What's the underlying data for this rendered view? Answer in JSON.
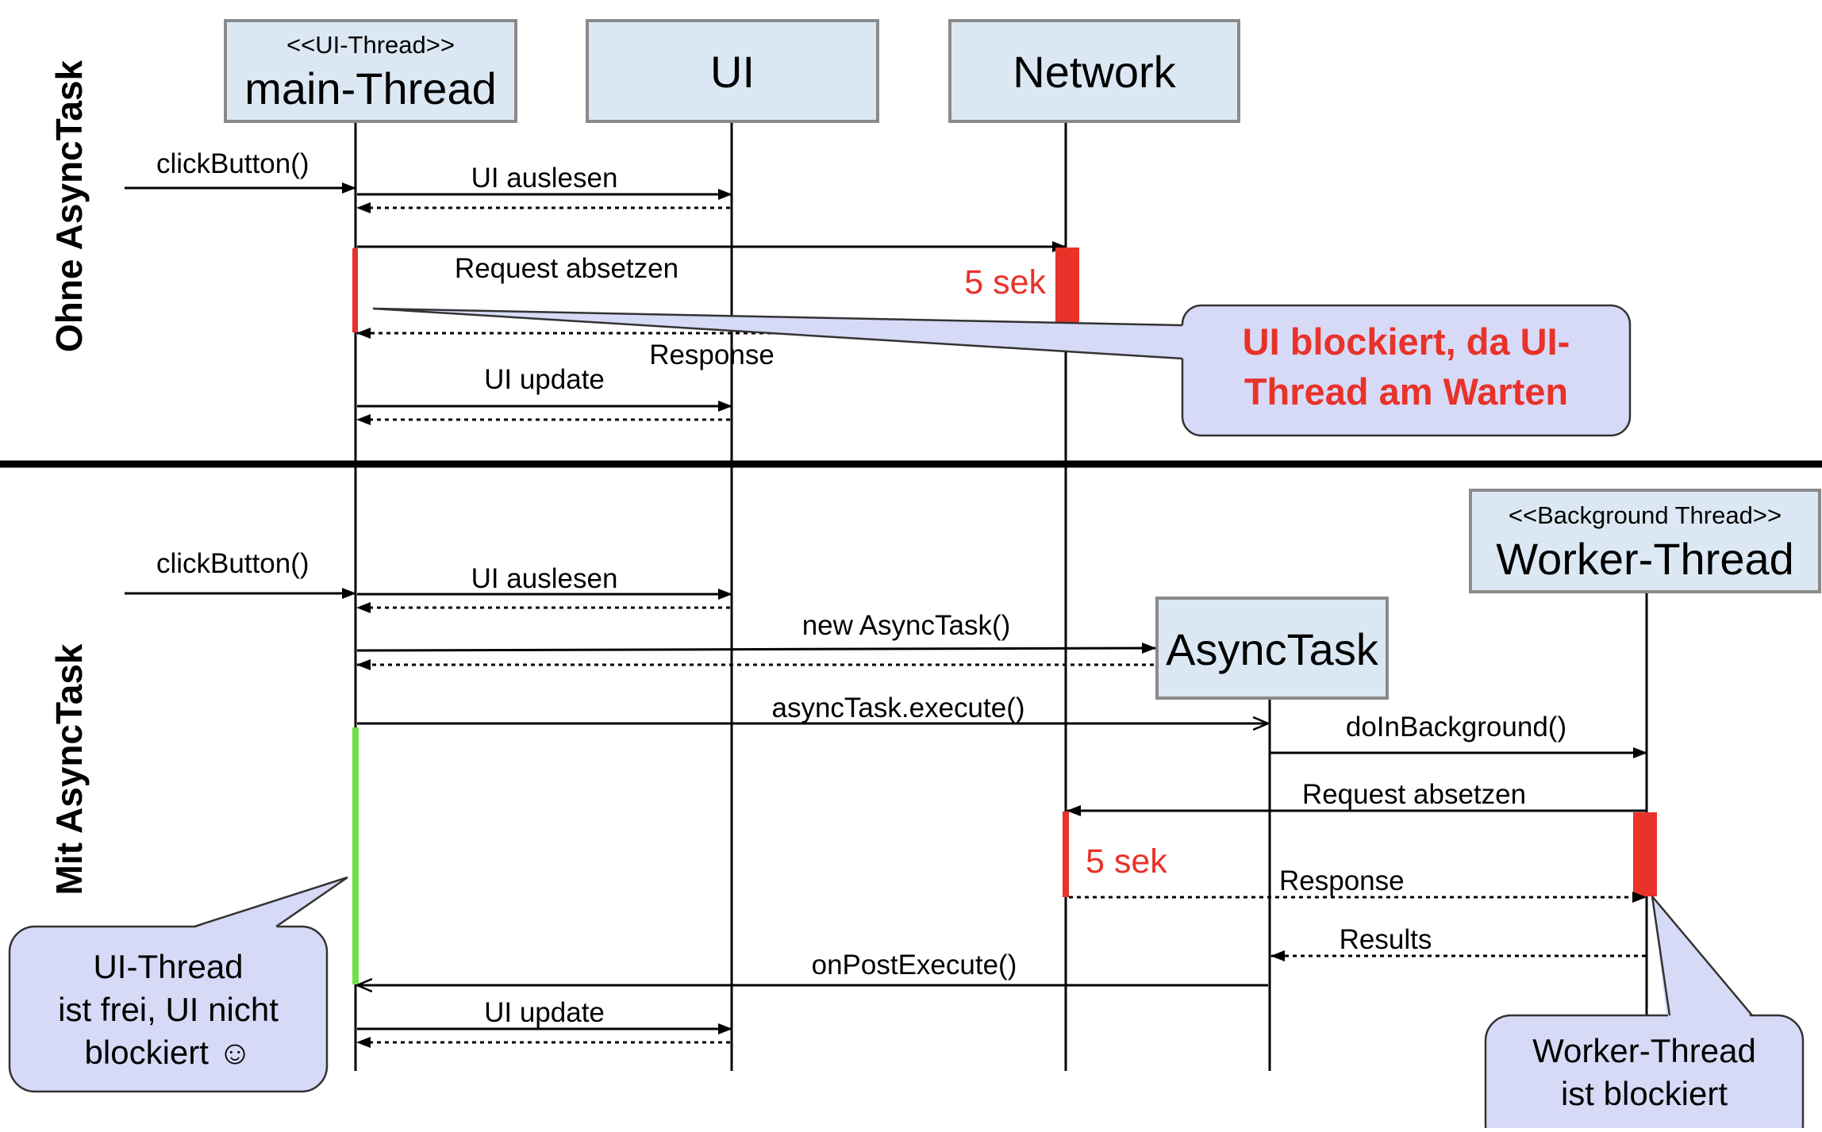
{
  "sections": {
    "top_label": "Ohne AsyncTask",
    "bottom_label": "Mit AsyncTask"
  },
  "participants": {
    "main_thread": {
      "stereotype": "<<UI-Thread>>",
      "name": "main-Thread"
    },
    "ui": {
      "name": "UI"
    },
    "network": {
      "name": "Network"
    },
    "async_task": {
      "name": "AsyncTask"
    },
    "worker_thread": {
      "stereotype": "<<Background Thread>>",
      "name": "Worker-Thread"
    }
  },
  "top": {
    "click_button": "clickButton()",
    "ui_auslesen": "UI auslesen",
    "request_absetzen": "Request absetzen",
    "wait_time": "5 sek",
    "response": "Response",
    "ui_update": "UI update",
    "callout_line1": "UI blockiert, da UI-",
    "callout_line2": "Thread am Warten"
  },
  "bottom": {
    "click_button": "clickButton()",
    "ui_auslesen": "UI auslesen",
    "new_async_task": "new AsyncTask()",
    "execute": "asyncTask.execute()",
    "do_in_background": "doInBackground()",
    "request_absetzen": "Request absetzen",
    "wait_time": "5 sek",
    "response": "Response",
    "results": "Results",
    "on_post_execute": "onPostExecute()",
    "ui_update": "UI update",
    "ui_free_line1": "UI-Thread",
    "ui_free_line2": "ist frei, UI nicht",
    "ui_free_line3": "blockiert ☺",
    "worker_line1": "Worker-Thread",
    "worker_line2": "ist blockiert"
  },
  "colors": {
    "participant_fill": "#dbe8f3",
    "participant_stroke": "#8a8a8a",
    "callout_fill": "#d7daf6",
    "callout_stroke": "#333333",
    "blocked_red": "#e8322a",
    "free_green": "#6ee04a",
    "line": "#000000"
  }
}
